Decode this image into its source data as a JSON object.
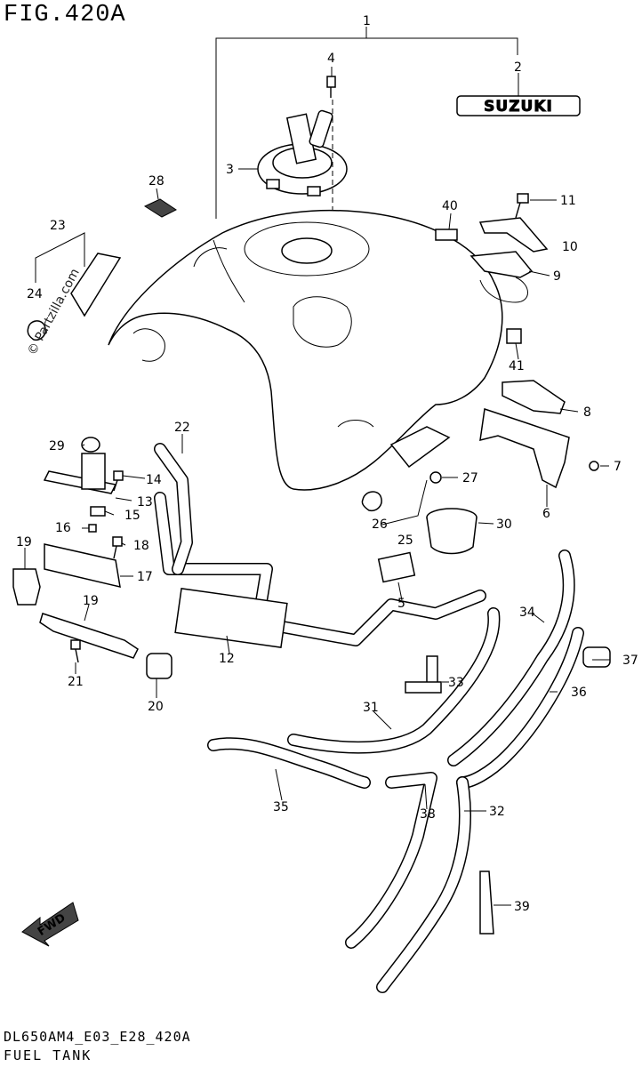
{
  "header": {
    "fig_title": "FIG.420A"
  },
  "footer": {
    "code": "DL650AM4_E03_E28_420A",
    "caption": "FUEL TANK"
  },
  "logo": {
    "text": "SUZUKI"
  },
  "fwd": {
    "text": "FWD"
  },
  "watermark": {
    "text": "© Partzilla.com"
  },
  "callouts": [
    "1",
    "2",
    "3",
    "4",
    "5",
    "6",
    "7",
    "8",
    "9",
    "10",
    "11",
    "12",
    "13",
    "14",
    "15",
    "16",
    "17",
    "18",
    "19",
    "20",
    "21",
    "22",
    "23",
    "24",
    "25",
    "26",
    "27",
    "28",
    "29",
    "30",
    "31",
    "32",
    "33",
    "34",
    "35",
    "36",
    "37",
    "38",
    "39",
    "40",
    "41"
  ]
}
